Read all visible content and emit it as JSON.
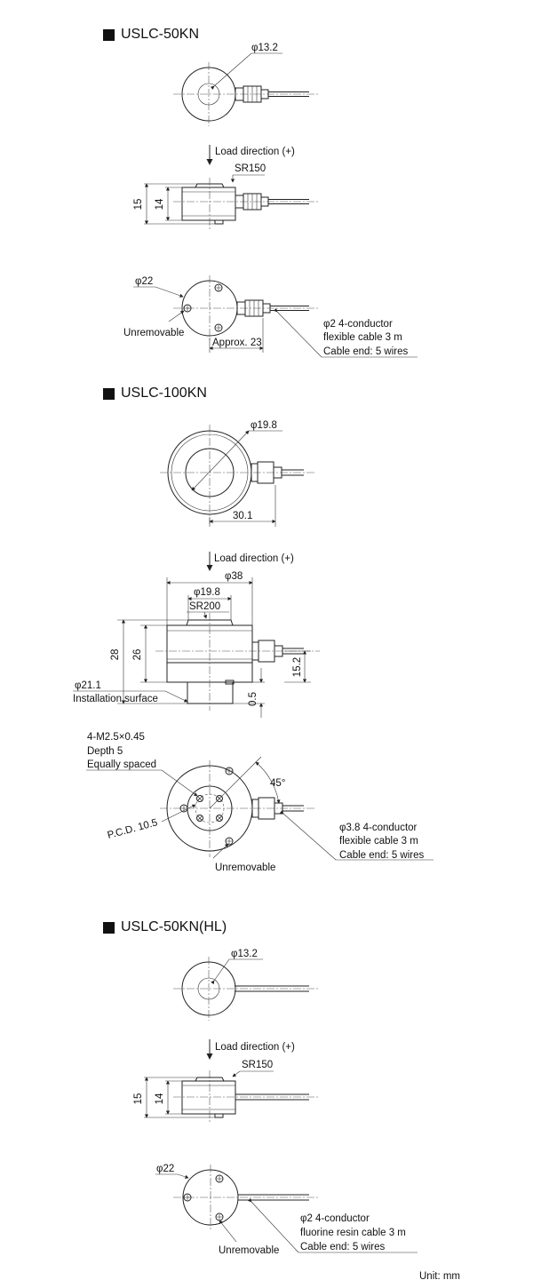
{
  "sections": [
    {
      "title": "USLC-50KN"
    },
    {
      "title": "USLC-100KN"
    },
    {
      "title": "USLC-50KN(HL)"
    }
  ],
  "labels": {
    "s1_dia_top": "φ13.2",
    "s1_load": "Load direction (+)",
    "s1_sr": "SR150",
    "s1_h15": "15",
    "s1_h14": "14",
    "s1_dia22": "φ22",
    "s1_unremovable": "Unremovable",
    "s1_approx": "Approx. 23",
    "s1_cable_1": "φ2 4-conductor",
    "s1_cable_2": "flexible cable 3 m",
    "s1_cable_3": "Cable end: 5 wires",
    "s2_dia_top": "φ19.8",
    "s2_len": "30.1",
    "s2_load": "Load direction (+)",
    "s2_dia38": "φ38",
    "s2_dia198": "φ19.8",
    "s2_sr": "SR200",
    "s2_h28": "28",
    "s2_h26": "26",
    "s2_h152": "15.2",
    "s2_h05": "0.5",
    "s2_dia211": "φ21.1",
    "s2_install": "Installation surface",
    "s2_thread_1": "4-M2.5×0.45",
    "s2_thread_2": "Depth 5",
    "s2_thread_3": "Equally spaced",
    "s2_angle": "45°",
    "s2_pcd": "P.C.D. 10.5",
    "s2_unremovable": "Unremovable",
    "s2_cable_1": "φ3.8 4-conductor",
    "s2_cable_2": "flexible cable 3 m",
    "s2_cable_3": "Cable end: 5 wires",
    "s3_dia_top": "φ13.2",
    "s3_load": "Load direction (+)",
    "s3_sr": "SR150",
    "s3_h15": "15",
    "s3_h14": "14",
    "s3_dia22": "φ22",
    "s3_unremovable": "Unremovable",
    "s3_cable_1": "φ2 4-conductor",
    "s3_cable_2": "fluorine resin cable 3 m",
    "s3_cable_3": "Cable end: 5 wires"
  },
  "unit": "Unit: mm"
}
